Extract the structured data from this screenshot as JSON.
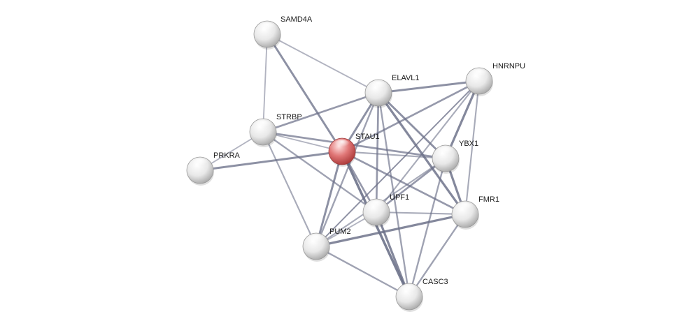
{
  "nodes": [
    {
      "id": "SAMD4A",
      "label": "SAMD4A",
      "query": false
    },
    {
      "id": "ELAVL1",
      "label": "ELAVL1",
      "query": false
    },
    {
      "id": "HNRNPU",
      "label": "HNRNPU",
      "query": false
    },
    {
      "id": "STRBP",
      "label": "STRBP",
      "query": false
    },
    {
      "id": "STAU1",
      "label": "STAU1",
      "query": true
    },
    {
      "id": "YBX1",
      "label": "YBX1",
      "query": false
    },
    {
      "id": "PRKRA",
      "label": "PRKRA",
      "query": false
    },
    {
      "id": "UPF1",
      "label": "UPF1",
      "query": false
    },
    {
      "id": "FMR1",
      "label": "FMR1",
      "query": false
    },
    {
      "id": "PUM2",
      "label": "PUM2",
      "query": false
    },
    {
      "id": "CASC3",
      "label": "CASC3",
      "query": false
    }
  ],
  "edges": [
    {
      "source": "SAMD4A",
      "target": "ELAVL1",
      "score": 0.3
    },
    {
      "source": "SAMD4A",
      "target": "STRBP",
      "score": 0.3
    },
    {
      "source": "SAMD4A",
      "target": "STAU1",
      "score": 0.7
    },
    {
      "source": "ELAVL1",
      "target": "HNRNPU",
      "score": 0.7
    },
    {
      "source": "ELAVL1",
      "target": "STRBP",
      "score": 0.6
    },
    {
      "source": "ELAVL1",
      "target": "STAU1",
      "score": 0.7
    },
    {
      "source": "ELAVL1",
      "target": "YBX1",
      "score": 0.7
    },
    {
      "source": "ELAVL1",
      "target": "UPF1",
      "score": 0.6
    },
    {
      "source": "ELAVL1",
      "target": "FMR1",
      "score": 0.8
    },
    {
      "source": "ELAVL1",
      "target": "PUM2",
      "score": 0.5
    },
    {
      "source": "ELAVL1",
      "target": "CASC3",
      "score": 0.5
    },
    {
      "source": "HNRNPU",
      "target": "STAU1",
      "score": 0.6
    },
    {
      "source": "HNRNPU",
      "target": "YBX1",
      "score": 0.8
    },
    {
      "source": "HNRNPU",
      "target": "UPF1",
      "score": 0.4
    },
    {
      "source": "HNRNPU",
      "target": "FMR1",
      "score": 0.4
    },
    {
      "source": "HNRNPU",
      "target": "PUM2",
      "score": 0.3
    },
    {
      "source": "STRBP",
      "target": "PRKRA",
      "score": 0.3
    },
    {
      "source": "STRBP",
      "target": "STAU1",
      "score": 0.3
    },
    {
      "source": "STRBP",
      "target": "YBX1",
      "score": 0.6
    },
    {
      "source": "STRBP",
      "target": "PUM2",
      "score": 0.4
    },
    {
      "source": "STRBP",
      "target": "UPF1",
      "score": 0.5
    },
    {
      "source": "STAU1",
      "target": "PRKRA",
      "score": 0.7
    },
    {
      "source": "STAU1",
      "target": "YBX1",
      "score": 0.4
    },
    {
      "source": "STAU1",
      "target": "UPF1",
      "score": 0.6
    },
    {
      "source": "STAU1",
      "target": "FMR1",
      "score": 0.6
    },
    {
      "source": "STAU1",
      "target": "PUM2",
      "score": 0.7
    },
    {
      "source": "STAU1",
      "target": "CASC3",
      "score": 0.9
    },
    {
      "source": "YBX1",
      "target": "UPF1",
      "score": 0.6
    },
    {
      "source": "YBX1",
      "target": "FMR1",
      "score": 0.8
    },
    {
      "source": "YBX1",
      "target": "PUM2",
      "score": 0.4
    },
    {
      "source": "YBX1",
      "target": "CASC3",
      "score": 0.5
    },
    {
      "source": "UPF1",
      "target": "FMR1",
      "score": 0.4
    },
    {
      "source": "UPF1",
      "target": "PUM2",
      "score": 0.3
    },
    {
      "source": "UPF1",
      "target": "CASC3",
      "score": 0.8
    },
    {
      "source": "FMR1",
      "target": "PUM2",
      "score": 0.8
    },
    {
      "source": "FMR1",
      "target": "CASC3",
      "score": 0.5
    },
    {
      "source": "PUM2",
      "target": "CASC3",
      "score": 0.5
    },
    {
      "source": "PUM2",
      "target": "HNRNPU",
      "score": 0.3
    }
  ],
  "colors": {
    "node_default": "#e6e6e6",
    "node_query": "#e06666",
    "edge": "#6b7088"
  }
}
